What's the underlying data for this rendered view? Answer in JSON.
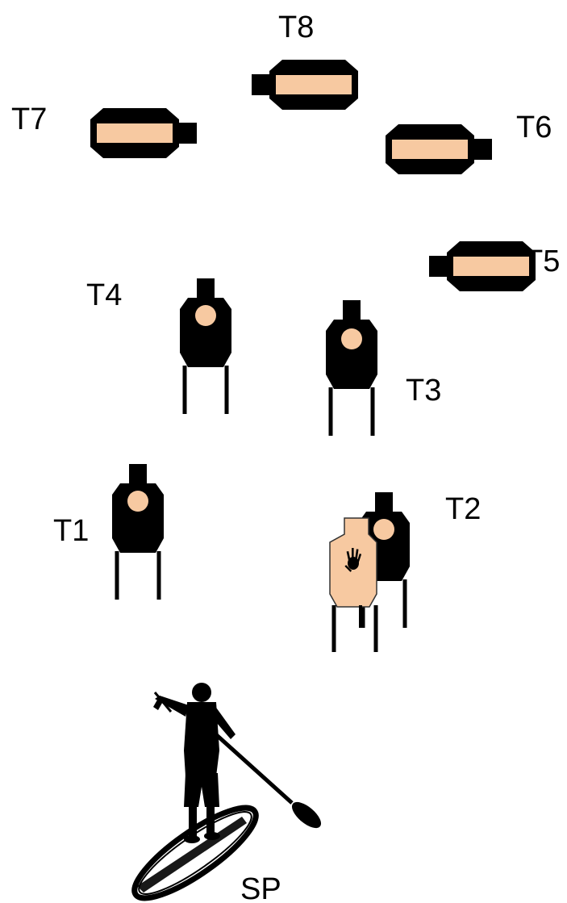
{
  "colors": {
    "target": "#000000",
    "scoring_zone": "#f7c9a1",
    "no_shoot": "#f7c9a1",
    "background": "#ffffff"
  },
  "labels": {
    "t1": "T1",
    "t2": "T2",
    "t3": "T3",
    "t4": "T4",
    "t5": "T5",
    "t6": "T6",
    "t7": "T7",
    "t8": "T8",
    "sp": "SP"
  },
  "icons": {
    "upright_target": "silhouette-target-icon",
    "popper": "horizontal-popper-icon",
    "no_shoot": "hand-no-shoot-icon",
    "start_position": "paddleboarder-icon"
  }
}
